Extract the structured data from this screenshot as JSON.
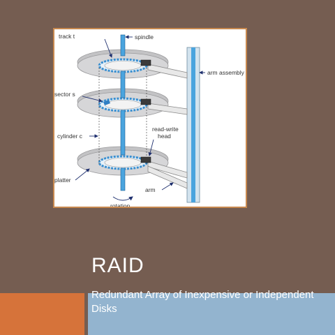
{
  "slide": {
    "title": "RAID",
    "subtitle": "Redundant Array of Inexpensive or Independent Disks",
    "colors": {
      "background": "#755d51",
      "accent_orange": "#d6733a",
      "accent_blue": "#93b4cf",
      "figure_border": "#c8894f"
    }
  },
  "figure": {
    "labels": {
      "track": "track t",
      "spindle": "spindle",
      "arm_assembly": "arm assembly",
      "sector": "sector s",
      "cylinder": "cylinder c",
      "read_write_head": [
        "read-write",
        "head"
      ],
      "platter": "platter",
      "arm": "arm",
      "rotation": "rotation"
    }
  }
}
